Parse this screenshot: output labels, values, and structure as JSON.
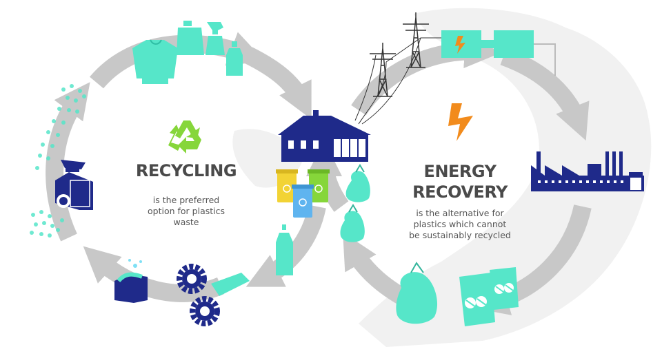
{
  "recycling": {
    "title": "RECYCLING",
    "description_lines": [
      "is the preferred",
      "option for plastics",
      "waste"
    ]
  },
  "energy_recovery": {
    "title_lines": [
      "ENERGY",
      "RECOVERY"
    ],
    "description_lines": [
      "is the alternative for",
      "plastics which cannot",
      "be sustainably recycled"
    ]
  },
  "icons": [
    "recycle-symbol-icon",
    "lightning-bolt-icon",
    "house-icon",
    "waste-bins-icon",
    "garbage-bag-icon",
    "bottle-icon",
    "pylon-icon",
    "power-station-icon",
    "factory-icon",
    "shredder-machine-icon",
    "granules-icon",
    "gear-icon",
    "sweater-icon",
    "detergent-bottle-icon",
    "spray-bottle-icon",
    "plastic-bag-icon",
    "washing-tank-icon",
    "plastic-film-icon"
  ],
  "colors": {
    "arrow_gray": "#c8c8c8",
    "navy": "#1f2a8a",
    "teal": "#56e6c9",
    "green": "#86d63a",
    "orange": "#f28b1c",
    "heading_text": "#4a4a4a"
  }
}
